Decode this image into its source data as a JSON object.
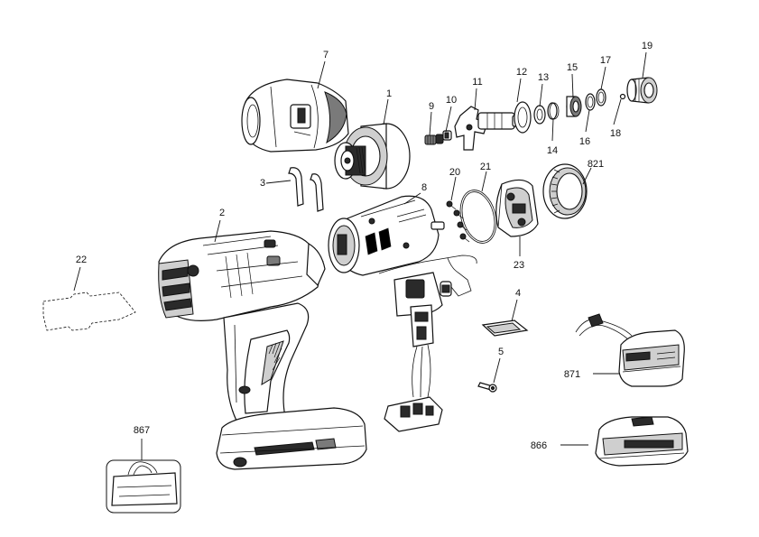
{
  "parts": [
    {
      "id": "p1",
      "label": "1"
    },
    {
      "id": "p2",
      "label": "2"
    },
    {
      "id": "p3",
      "label": "3"
    },
    {
      "id": "p4",
      "label": "4"
    },
    {
      "id": "p5",
      "label": "5"
    },
    {
      "id": "p7",
      "label": "7"
    },
    {
      "id": "p8",
      "label": "8"
    },
    {
      "id": "p9",
      "label": "9"
    },
    {
      "id": "p10",
      "label": "10"
    },
    {
      "id": "p11",
      "label": "11"
    },
    {
      "id": "p12",
      "label": "12"
    },
    {
      "id": "p13",
      "label": "13"
    },
    {
      "id": "p14",
      "label": "14"
    },
    {
      "id": "p15",
      "label": "15"
    },
    {
      "id": "p16",
      "label": "16"
    },
    {
      "id": "p17",
      "label": "17"
    },
    {
      "id": "p18",
      "label": "18"
    },
    {
      "id": "p19",
      "label": "19"
    },
    {
      "id": "p20",
      "label": "20"
    },
    {
      "id": "p21",
      "label": "21"
    },
    {
      "id": "p22",
      "label": "22"
    },
    {
      "id": "p23",
      "label": "23"
    },
    {
      "id": "p821",
      "label": "821"
    },
    {
      "id": "p866",
      "label": "866"
    },
    {
      "id": "p867",
      "label": "867"
    },
    {
      "id": "p871",
      "label": "871"
    }
  ]
}
